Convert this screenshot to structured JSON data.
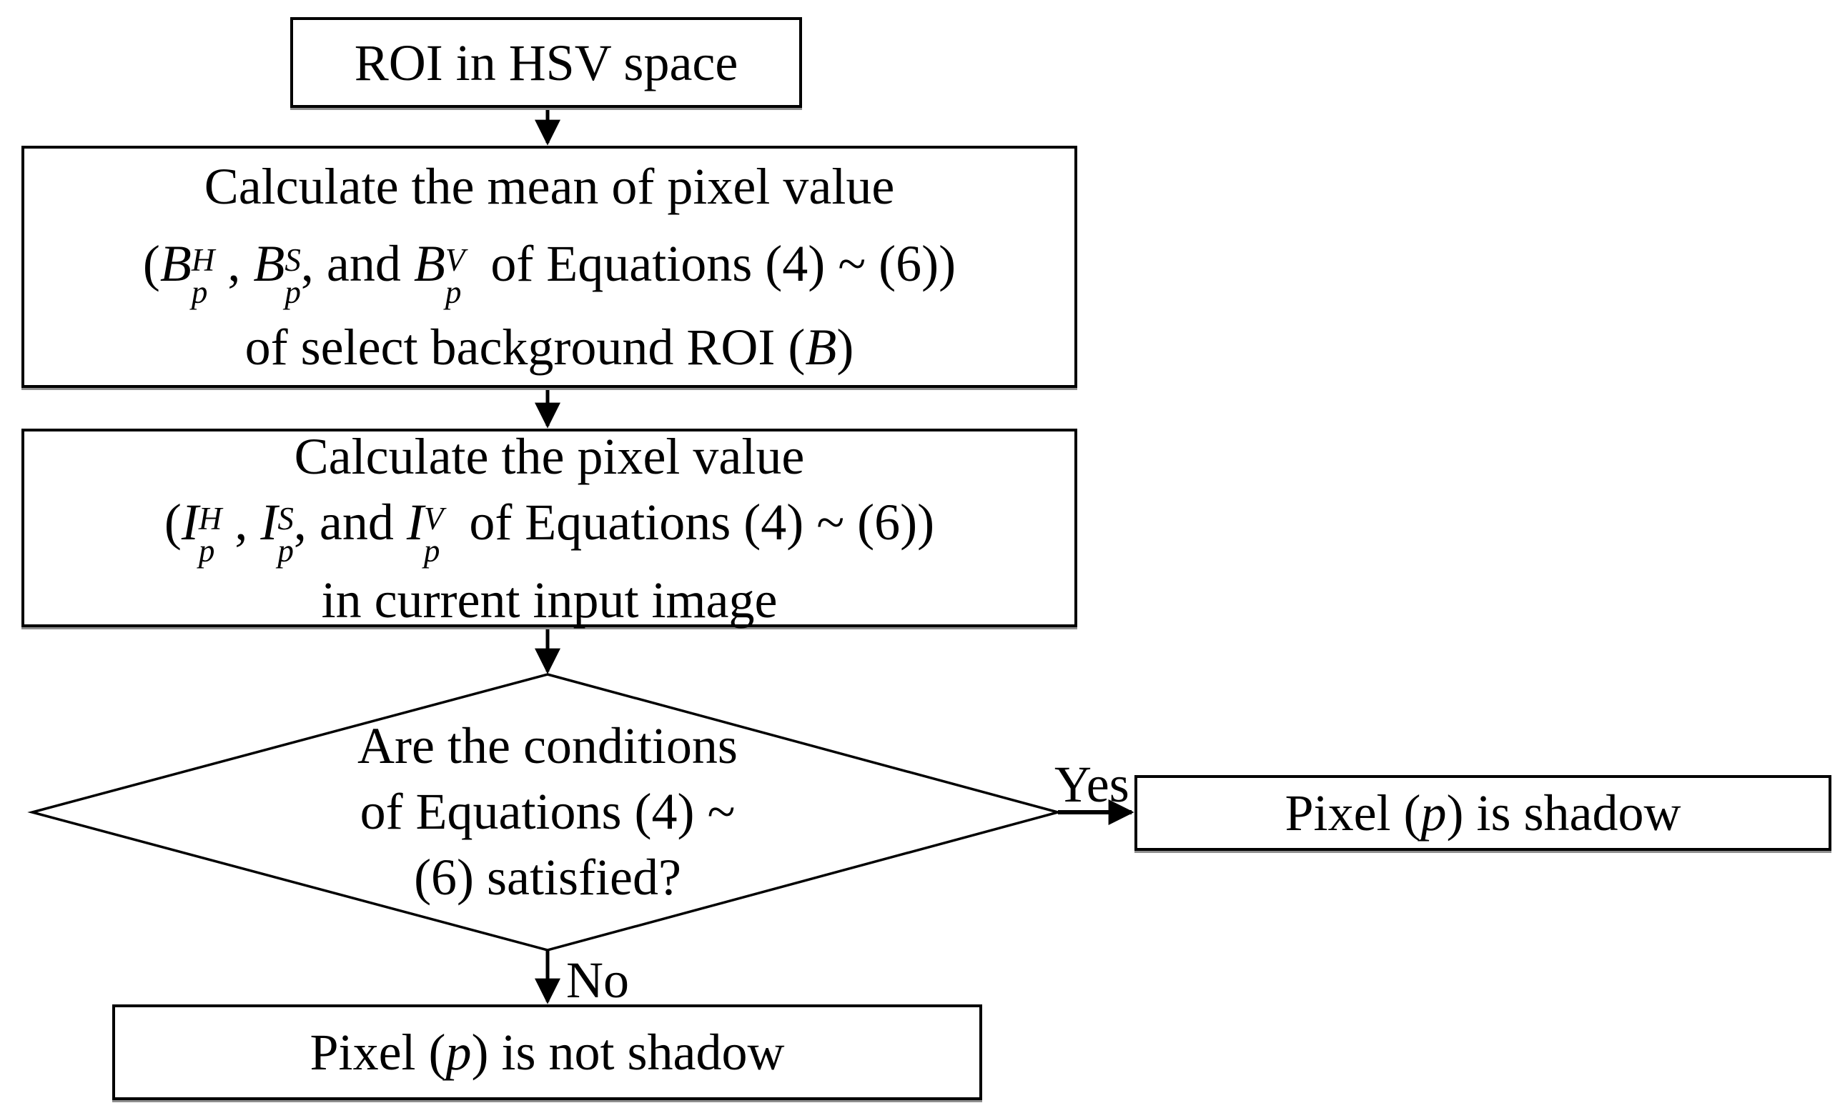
{
  "colors": {
    "ink": "#000000",
    "paper": "#ffffff",
    "border_shadow": "#8f8f8f"
  },
  "nodes": {
    "start": {
      "label": "ROI in HSV space"
    },
    "calc_mean": {
      "line1": [
        {
          "t": "Calculate the mean of pixel value"
        }
      ],
      "line2": [
        {
          "t": "("
        },
        {
          "v": "B",
          "sup": "H",
          "sub": "p"
        },
        {
          "t": " , "
        },
        {
          "v": "B",
          "sup": "S",
          "sub": "p"
        },
        {
          "t": ", and "
        },
        {
          "v": "B",
          "sup": "V",
          "sub": "p"
        },
        {
          "t": "  of Equations (4) ~ (6))"
        }
      ],
      "line3": [
        {
          "t": "of select background ROI ("
        },
        {
          "v": "B"
        },
        {
          "t": ")"
        }
      ]
    },
    "calc_pixel": {
      "line1": [
        {
          "t": "Calculate the pixel value"
        }
      ],
      "line2": [
        {
          "t": "("
        },
        {
          "v": "I",
          "sup": "H",
          "sub": "p"
        },
        {
          "t": " , "
        },
        {
          "v": "I",
          "sup": "S",
          "sub": "p"
        },
        {
          "t": ", and "
        },
        {
          "v": "I",
          "sup": "V",
          "sub": "p"
        },
        {
          "t": "  of Equations (4) ~ (6))"
        }
      ],
      "line3": [
        {
          "t": "in current input image"
        }
      ]
    },
    "decision": {
      "line1": "Are the conditions",
      "line2": "of Equations (4) ~",
      "line3": "(6) satisfied?"
    },
    "shadow": {
      "label": [
        {
          "t": "Pixel ("
        },
        {
          "v": "p"
        },
        {
          "t": ") is shadow"
        }
      ]
    },
    "not_shadow": {
      "label": [
        {
          "t": "Pixel ("
        },
        {
          "v": "p"
        },
        {
          "t": ") is not shadow"
        }
      ]
    }
  },
  "edges": {
    "yes_label": "Yes",
    "no_label": "No"
  }
}
